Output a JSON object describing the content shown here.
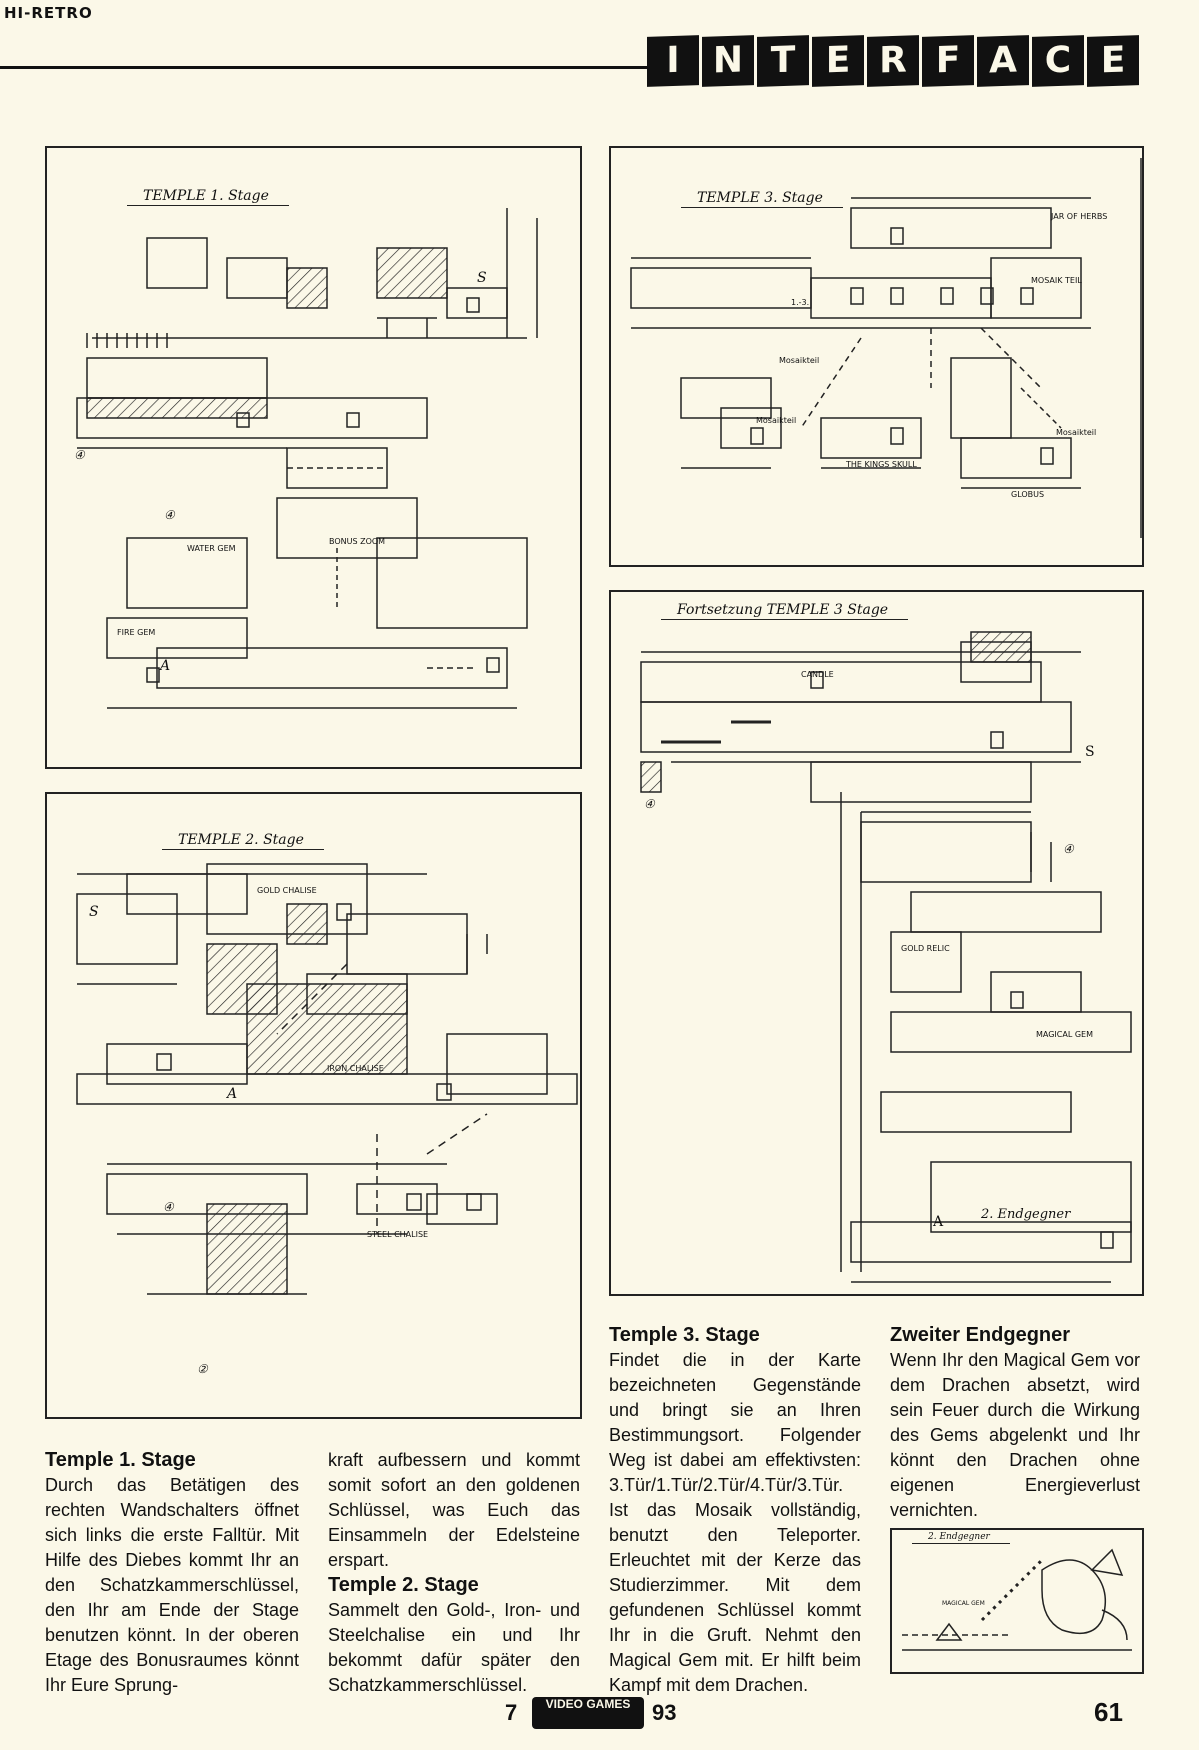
{
  "header": {
    "brand": "HI-RETRO",
    "section_letters": [
      "I",
      "N",
      "T",
      "E",
      "R",
      "F",
      "A",
      "C",
      "E"
    ]
  },
  "maps": {
    "t1": {
      "title": "TEMPLE 1. Stage",
      "labels": {
        "bonus": "BONUS ZOOM",
        "water": "WATER GEM",
        "fire": "FIRE GEM",
        "s": "S",
        "a": "A",
        "four": "④",
        "four_b": "④"
      }
    },
    "t2": {
      "title": "TEMPLE 2. Stage",
      "labels": {
        "gold": "GOLD CHALISE",
        "iron": "IRON CHALISE",
        "steel": "STEEL CHALISE",
        "s": "S",
        "a": "A",
        "four": "④",
        "two": "②"
      }
    },
    "t3": {
      "title": "TEMPLE 3. Stage",
      "labels": {
        "jar": "JAR OF HERBS",
        "mosaik1": "Mosaik teil",
        "mosaik2": "Mosaikteil",
        "mosaik3": "Mosaikteil",
        "mosaik4": "Mosaikteil",
        "skull": "THE KINGS SKULL",
        "globus": "GLOBUS",
        "seq": "1.-3."
      }
    },
    "t3b": {
      "title": "Fortsetzung TEMPLE 3 Stage",
      "labels": {
        "candle": "CANDLE",
        "relic": "GOLD RELIC",
        "magical": "MAGICAL GEM",
        "boss": "2. Endgegner",
        "a": "A",
        "s": "S",
        "four": "④",
        "four_b": "④"
      }
    },
    "mini": {
      "title": "2. Endgegner",
      "labels": {
        "gem": "MAGICAL GEM"
      }
    }
  },
  "columns": {
    "col1": {
      "heading": "Temple 1. Stage",
      "text": "Durch das Betätigen des rechten Wandschalters öffnet sich links die erste Falltür. Mit Hilfe des Diebes kommt Ihr an den Schatzkammerschlüssel, den Ihr am Ende der Stage benutzen könnt. In der oberen Etage des Bonusraumes könnt Ihr Eure Sprung-"
    },
    "col2": {
      "text1": "kraft aufbessern und kommt somit sofort an den goldenen Schlüssel, was Euch das Einsammeln der Edelsteine erspart.",
      "heading": "Temple 2. Stage",
      "text2": "Sammelt den Gold-, Iron- und Steelchalise ein und Ihr bekommt dafür später den Schatzkammerschlüssel."
    },
    "col3": {
      "heading": "Temple 3. Stage",
      "text": "Findet die in der Karte bezeichneten Gegenstände und bringt sie an Ihren Bestimmungsort. Folgender Weg ist dabei am effektivsten: 3.Tür/1.Tür/2.Tür/4.Tür/3.Tür. Ist das Mosaik vollständig, benutzt den Teleporter. Erleuchtet mit der Kerze das Studierzimmer. Mit dem gefundenen Schlüssel kommt Ihr in die Gruft. Nehmt den Magical Gem mit. Er hilft beim Kampf mit dem Drachen."
    },
    "col4": {
      "heading": "Zweiter Endgegner",
      "text": "Wenn Ihr den Magical Gem vor dem Drachen absetzt, wird sein Feuer durch die Wirkung des Gems abgelenkt und Ihr könnt den Drachen ohne eigenen Energieverlust vernichten."
    }
  },
  "footer": {
    "issue_left": "7",
    "logo": "VIDEO GAMES",
    "issue_right": "93",
    "page": "61"
  }
}
